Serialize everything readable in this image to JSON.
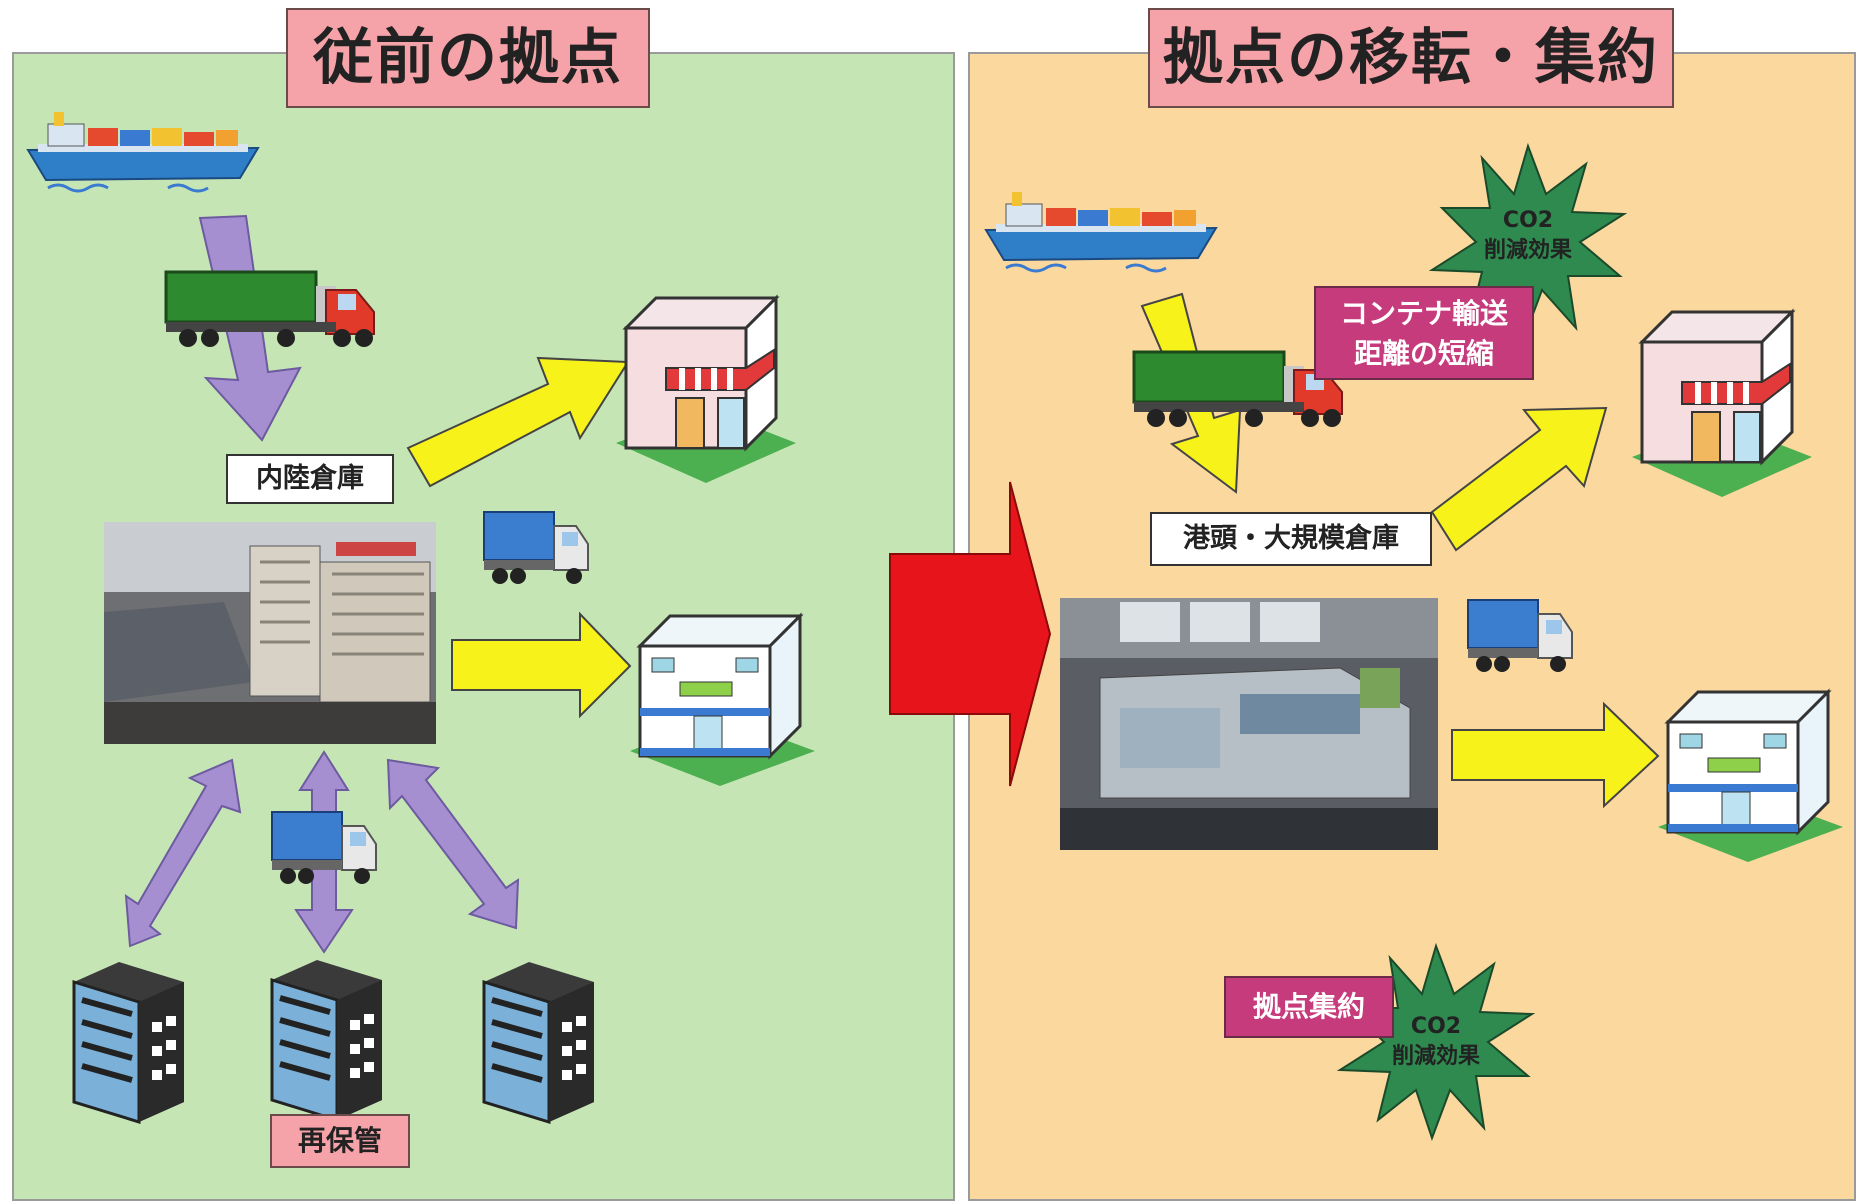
{
  "left_panel": {
    "title": "従前の拠点",
    "warehouse_label": "内陸倉庫",
    "restorage_label": "再保管"
  },
  "right_panel": {
    "title": "拠点の移転・集約",
    "warehouse_label": "港頭・大規模倉庫",
    "container_shorten_line1": "コンテナ輸送",
    "container_shorten_line2": "距離の短縮",
    "consolidation_label": "拠点集約",
    "co2_top": {
      "line1": "CO2",
      "line2": "削減効果"
    },
    "co2_bottom": {
      "line1": "CO2",
      "line2": "削減効果"
    }
  },
  "colors": {
    "left_bg": "#c5e6b4",
    "right_bg": "#fbd89e",
    "title_bg": "#f5a3a8",
    "purple_arrow": "#a58fd0",
    "yellow_arrow": "#f7f21a",
    "red_arrow": "#e8141b",
    "magenta_label": "#c63b7c",
    "co2_star": "#2e8a4f"
  },
  "icons": [
    "container-ship-icon",
    "trailer-truck-icon",
    "delivery-truck-icon",
    "shop-icon",
    "store-icon",
    "office-building-icon",
    "warehouse-photo"
  ]
}
